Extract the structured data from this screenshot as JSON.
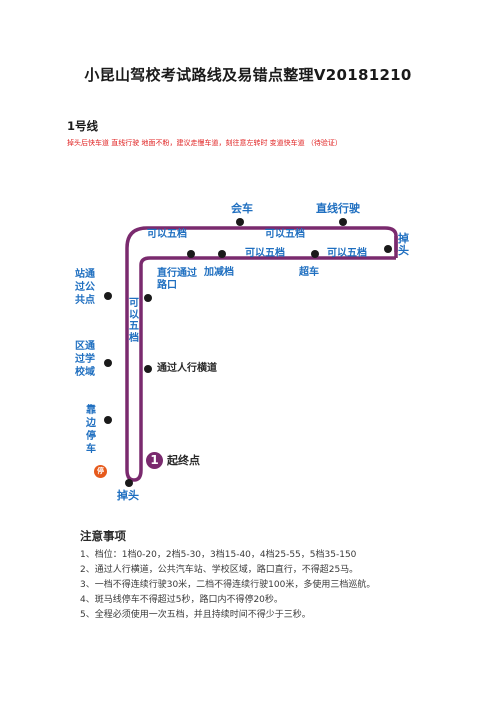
{
  "doc": {
    "title": "小昆山驾校考试路线及易错点整理V20181210",
    "section": "1号线",
    "note": "掉头后快车道  直线行驶  地面不粉，建议走慢车道，刻往意左转时  变道快车道  （待验证）"
  },
  "route": {
    "line_color": "#7a2a6e",
    "labels": {
      "meet_car": "会车",
      "straight_drive": "直线行驶",
      "fifth_gear_top_left": "可以五档",
      "fifth_gear_top_mid": "可以五档",
      "fifth_gear_mid": "可以五档",
      "fifth_gear_right": "可以五档",
      "u_turn_right": "掉头",
      "straight_intersection": "直行通过路口",
      "accelerate": "加减档",
      "overtake": "超车",
      "bus_stop": "站通过公共点",
      "school_zone": "区通过学校域",
      "pull_over": "靠边停车",
      "fifth_gear_vertical": "可以五档",
      "crosswalk": "通过人行横道",
      "start_end": "起终点",
      "u_turn_bottom": "掉头",
      "start_number": "1",
      "stop_badge": "停"
    }
  },
  "notes": {
    "heading": "注意事项",
    "items": [
      "1、档位：1档0-20，2档5-30，3档15-40，4档25-55，5档35-150",
      "2、通过人行横道，公共汽车站、学校区域，路口直行，不得超25马。",
      "3、一档不得连续行驶30米，二档不得连续行驶100米，多使用三档巡航。",
      "4、斑马线停车不得超过5秒，路口内不得停20秒。",
      "5、全程必须使用一次五档，并且持续时间不得少于三秒。"
    ]
  }
}
